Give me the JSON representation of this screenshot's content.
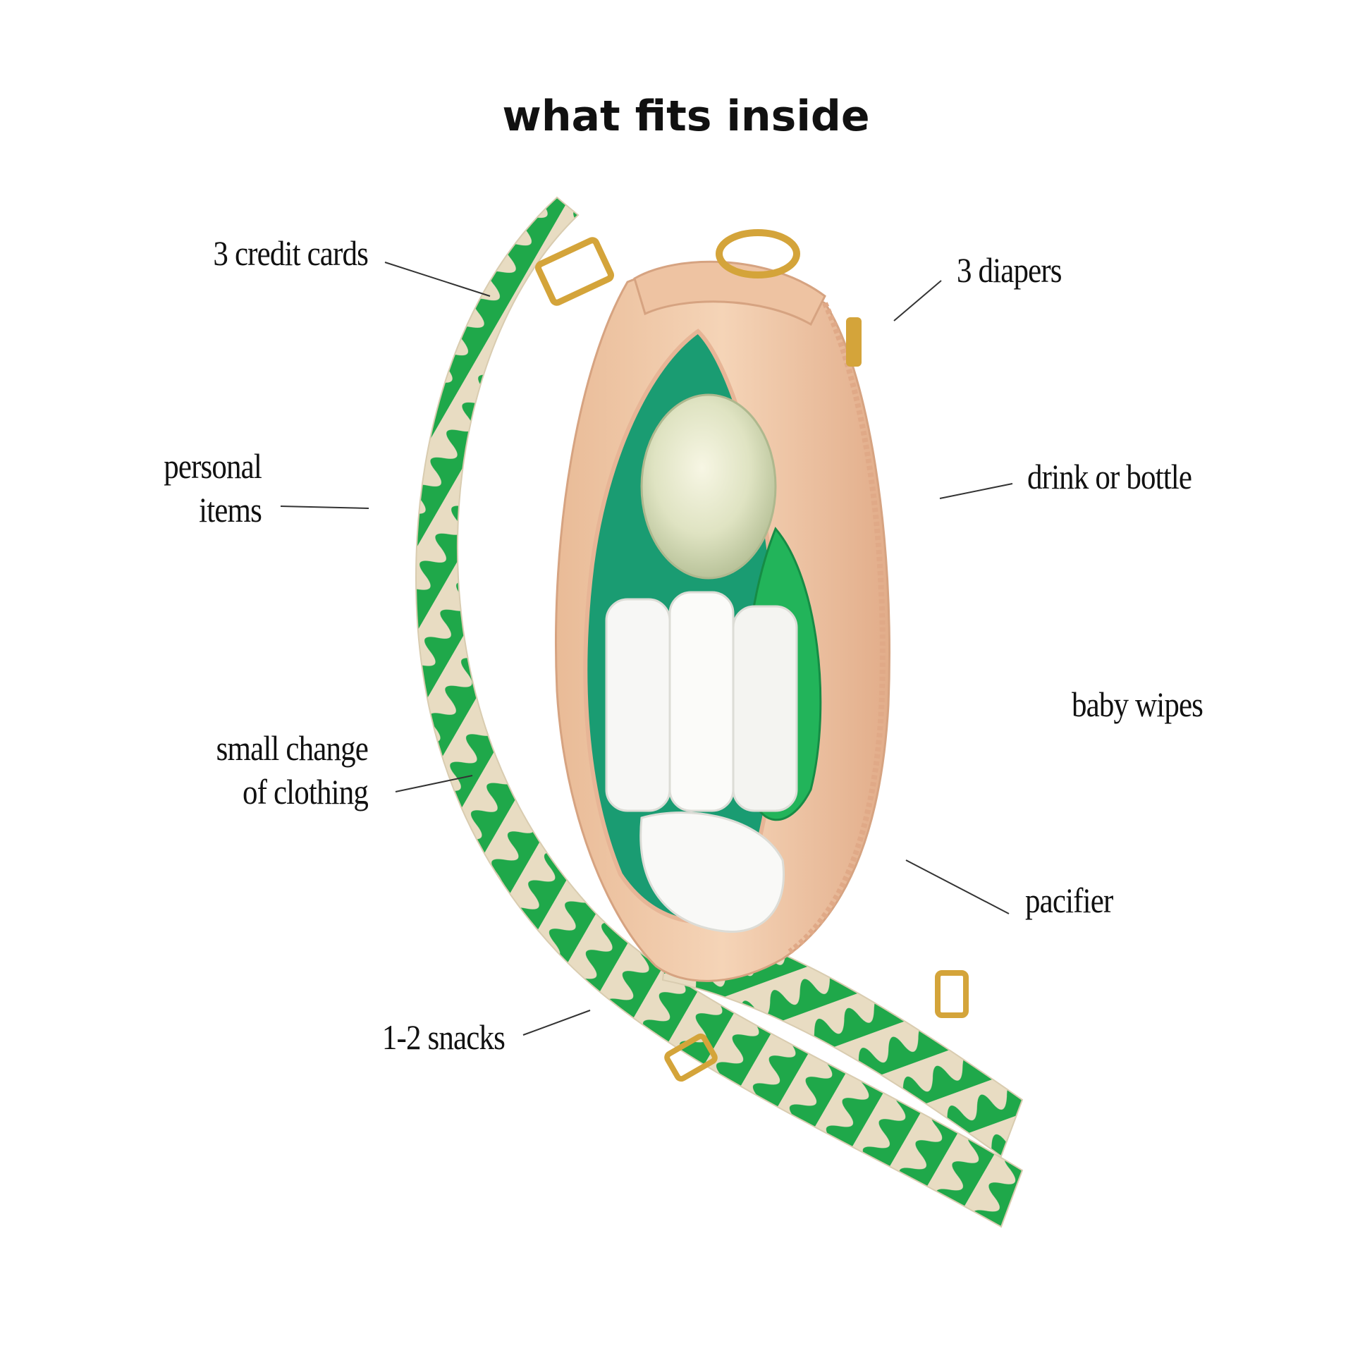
{
  "title": "what fits inside",
  "labels": {
    "credit_cards": "3 credit cards",
    "diapers": "3 diapers",
    "personal_items_line1": "personal",
    "personal_items_line2": "items",
    "drink_or_bottle": "drink or bottle",
    "baby_wipes": "baby wipes",
    "change_clothing_line1": "small change",
    "change_clothing_line2": "of clothing",
    "pacifier": "pacifier",
    "snacks": "1-2 snacks"
  },
  "colors": {
    "strap_green": "#1fa84a",
    "strap_cream": "#e8dcc2",
    "bag_tan": "#f0c9a8",
    "lining_teal": "#1a9c72",
    "hardware_gold": "#d4a43a"
  }
}
